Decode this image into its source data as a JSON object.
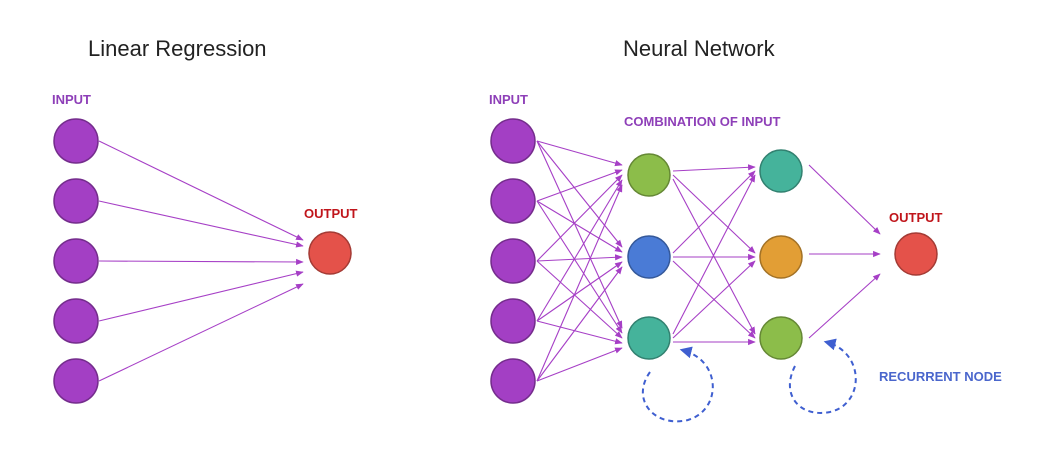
{
  "linear_regression": {
    "title": "Linear Regression",
    "input_label": "INPUT",
    "output_label": "OUTPUT"
  },
  "neural_network": {
    "title": "Neural Network",
    "input_label": "INPUT",
    "hidden_label": "COMBINATION OF INPUT",
    "output_label": "OUTPUT",
    "recurrent_label": "RECURRENT NODE"
  },
  "colors": {
    "input": "#a33fc4",
    "output": "#e4524a",
    "green": "#8cbd4a",
    "blue": "#4a7bd6",
    "teal": "#45b39b",
    "orange": "#e29e35",
    "edge": "#a63fc6",
    "recurrent": "#3f5fd0"
  }
}
